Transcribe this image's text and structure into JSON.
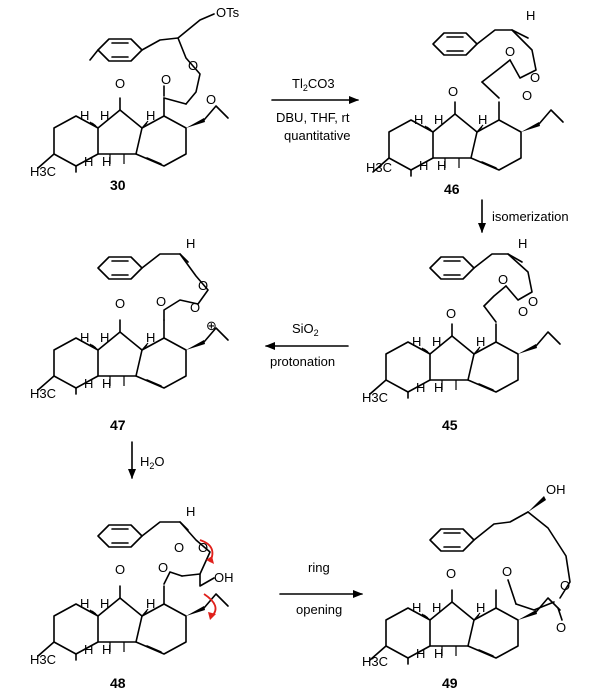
{
  "compounds": {
    "c30": {
      "label": "30",
      "ots": "OTs"
    },
    "c46": {
      "label": "46"
    },
    "c47": {
      "label": "47",
      "charge": "⊕"
    },
    "c45": {
      "label": "45"
    },
    "c48": {
      "label": "48",
      "oh": "OH"
    },
    "c49": {
      "label": "49",
      "oh": "OH"
    }
  },
  "atoms": {
    "O": "O",
    "H": "H",
    "methyl": "H3C"
  },
  "arrows": {
    "a1": {
      "reagent_main": "Tl",
      "reagent_sub": "2",
      "reagent_rest": "CO3",
      "line2": "DBU, THF, rt",
      "line3": "quantitative"
    },
    "a2": {
      "text": "isomerization"
    },
    "a3": {
      "reagent_main": "SiO",
      "reagent_sub": "2",
      "line2": "protonation"
    },
    "a4": {
      "reagent_main": "H",
      "reagent_sub": "2",
      "reagent_rest": "O"
    },
    "a5": {
      "line1": "ring",
      "line2": "opening"
    }
  },
  "colors": {
    "ink": "#000000",
    "curly_arrow": "#e0201b"
  }
}
